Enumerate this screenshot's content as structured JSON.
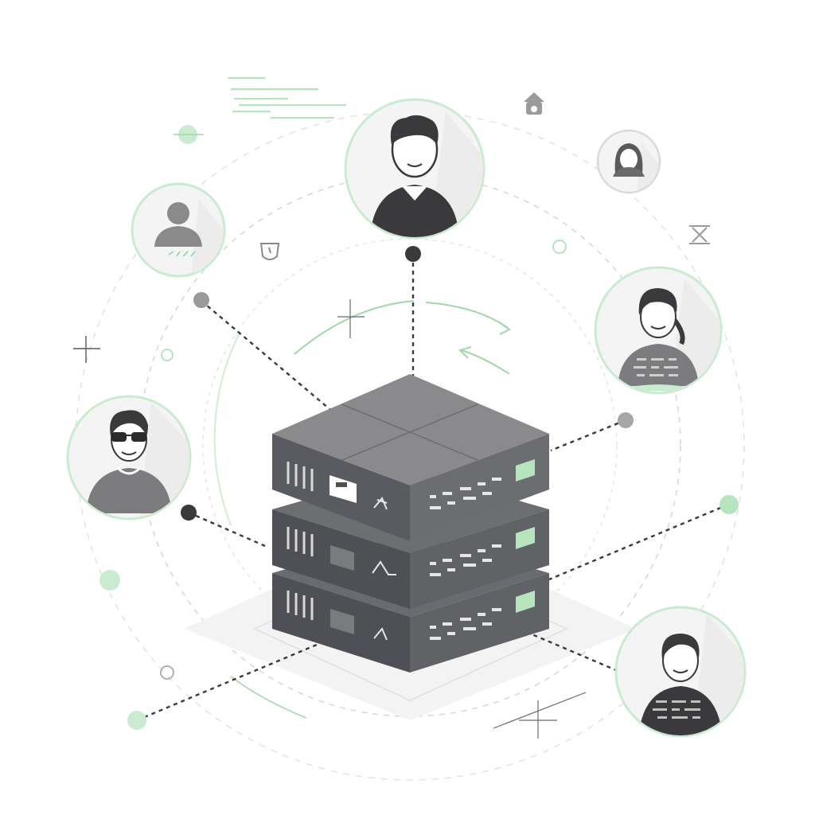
{
  "diagram": {
    "colors": {
      "background": "#ffffff",
      "accent": "#8fd49a",
      "accent_light": "#cfeed5",
      "server_top": "#8a8a8a",
      "server_front": "#5c5d62",
      "server_side": "#6f7074",
      "avatar_fill": "#f4f4f4",
      "figure_dark": "#3a3a3c",
      "figure_mid": "#7c7c7f",
      "connector": "#3a3a3c"
    },
    "center_node": {
      "icon": "server-stack-icon",
      "units": 3
    },
    "user_nodes": [
      {
        "id": "top",
        "icon": "man-avatar-icon"
      },
      {
        "id": "top-left",
        "icon": "generic-user-avatar-icon"
      },
      {
        "id": "top-right-small",
        "icon": "woman-avatar-icon"
      },
      {
        "id": "right",
        "icon": "woman-ponytail-avatar-icon"
      },
      {
        "id": "left",
        "icon": "man-sunglasses-avatar-icon"
      },
      {
        "id": "bottom-right",
        "icon": "person-avatar-icon"
      }
    ],
    "decorations": [
      "text-lines-icon",
      "home-icon",
      "hourglass-icon",
      "shield-icon",
      "crosshair-icon",
      "sync-arrows-icon"
    ]
  }
}
